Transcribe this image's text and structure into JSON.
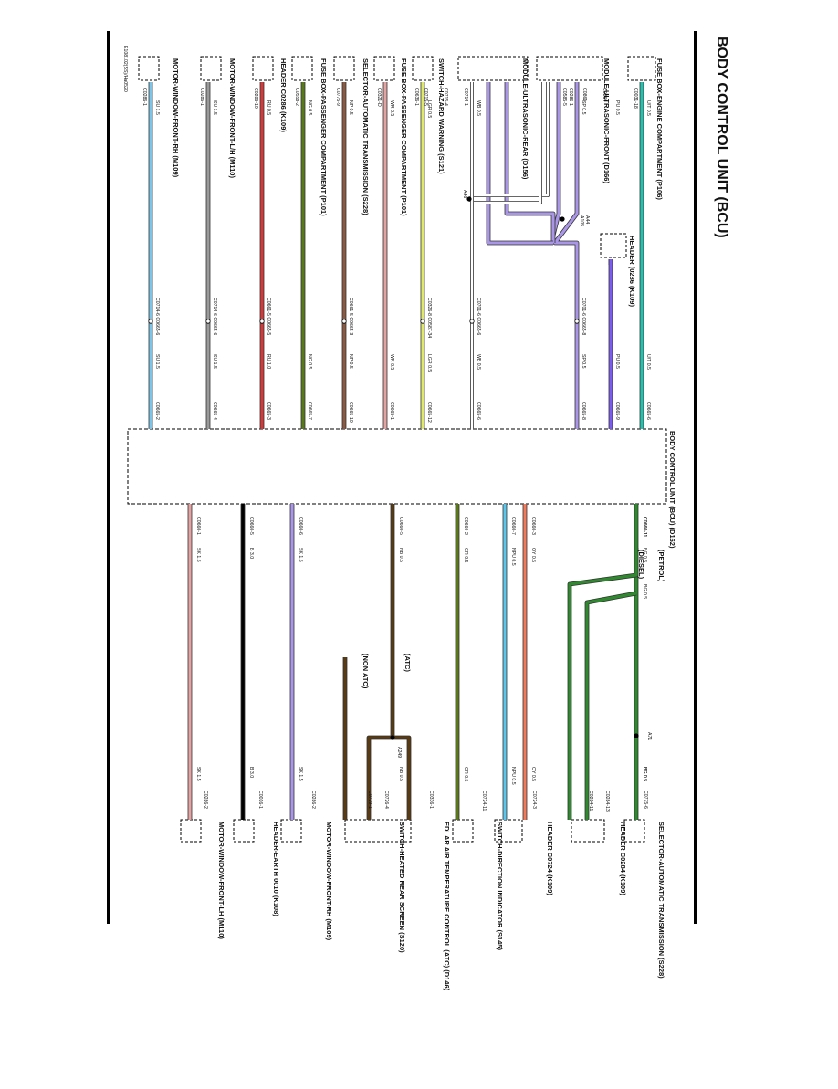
{
  "title": "BODY CONTROL UNIT (BCU)",
  "reference": "E108102(SS)/Ha0520",
  "bcu": {
    "label": "BODY CONTROL UNIT (BCU) (D162)"
  },
  "colors": {
    "turquoise": "#2bbfae",
    "violet": "#7a5cf0",
    "lilac": "#a996e6",
    "lightgreen": "#dfe86a",
    "pink": "#e2a3a3",
    "brown": "#8a5a44",
    "olive": "#5a7a1a",
    "red": "#d23b3b",
    "blue": "#7cc4e8",
    "grey": "#9a9a9a",
    "black": "#000000",
    "green": "#2f8a2f",
    "orange": "#f07a5a",
    "lightblue": "#5cc6ea",
    "darkbrown": "#5a3a10"
  },
  "left": {
    "components": [
      {
        "name": "FUSE BOX-ENGINE COMPARTMENT (P106)",
        "pins": [
          "C0031-18"
        ]
      },
      {
        "name": "MODULE-ULTRASONIC-FRONT (D166)",
        "pins": [
          "C0864",
          "C0861",
          "C0585-5"
        ]
      },
      {
        "name": "HEADER (0286 (K109)",
        "pins": [
          "C0286-1"
        ]
      },
      {
        "name": "MODULE-ULTRASONIC-REAR (D156)",
        "pins": [
          "C0714-1",
          "C0715-4",
          "C0715-5"
        ]
      },
      {
        "name": "SWITCH-HAZARD WARNING (S121)",
        "pins": [
          "C0636-1"
        ]
      },
      {
        "name": "FUSE BOX-PASSENGER COMPARTMENT (P101)",
        "pins": [
          "C0321-D"
        ]
      },
      {
        "name": "SELECTOR-AUTOMATIC TRANSMISSION (S228)",
        "pins": [
          "C0775-9"
        ]
      },
      {
        "name": "FUSE BOX-PASSENGER COMPARTMENT (P101)",
        "pins": [
          "C0558-2"
        ]
      },
      {
        "name": "HEADER C0286 (K109)",
        "pins": [
          "C0286-10"
        ]
      },
      {
        "name": "MOTOR-WINDOW-FRONT-L/H (M110)",
        "pins": [
          "C0286-1"
        ]
      },
      {
        "name": "MOTOR-WINDOW-FRONT-RH (M109)",
        "pins": [
          "C0286-1"
        ]
      }
    ],
    "wires": [
      {
        "name": "turquoise-wire",
        "near": "U/T 0.5",
        "far": "U/T 0.5",
        "pin": "C0665-6",
        "inline": ""
      },
      {
        "name": "violet-wire",
        "near": "PU 0.5",
        "far": "PU 0.5",
        "pin": "C0665-9",
        "inline": ""
      },
      {
        "name": "lilac-wire",
        "near": "SP 0.5",
        "far": "SP 0.5",
        "pin": "C0665-8",
        "inline": "C0701-6 C0665-8"
      },
      {
        "name": "black-white-wire",
        "near": "WB 0.5",
        "far": "WB 0.5",
        "pin": "C0665-6",
        "inline": "C0701-6 C0665-6"
      },
      {
        "name": "lightgreen-wire",
        "near": "LGR 0.5",
        "far": "LGR 0.5",
        "pin": "C0665-12",
        "inline": "C0326-8 C0587-34"
      },
      {
        "name": "pink-wire",
        "near": "WR 0.5",
        "far": "WR 0.5",
        "pin": "C0665-1",
        "inline": ""
      },
      {
        "name": "brown-wire",
        "near": "NP 0.5",
        "far": "NP 0.5",
        "pin": "C0665-10",
        "inline": "C0661-5 C0665-3"
      },
      {
        "name": "olive-wire",
        "near": "NG 0.5",
        "far": "NG 0.5",
        "pin": "C0665-7",
        "inline": ""
      },
      {
        "name": "red-wire",
        "near": "RU 0.5",
        "far": "RU 1.0",
        "pin": "C0665-3",
        "inline": "C0661-5 C0665-5"
      },
      {
        "name": "grey-wire",
        "near": "SU 1.5",
        "far": "SU 1.5",
        "pin": "C0665-4",
        "inline": "C0714-6 C0665-6"
      },
      {
        "name": "blue-wire",
        "near": "SU 1.5",
        "far": "SU 1.5",
        "pin": "C0665-2",
        "inline": "C0714-6 C0665-6"
      }
    ],
    "splices": [
      "A44",
      "A105",
      "A46"
    ]
  },
  "right": {
    "components": [
      {
        "name": "SELECTOR-AUTOMATIC TRANSMISSION (S228)",
        "pins": [
          "C0775-6"
        ]
      },
      {
        "name": "HEADER C0284 (K109)",
        "pins": [
          "C0284-13",
          "C0284-11"
        ]
      },
      {
        "name": "HEADER C0724 (K109)",
        "pins": [
          "C0724-3"
        ]
      },
      {
        "name": "SWITCH-DIRECTION INDICATOR (S145)",
        "pins": [
          "C0724-11"
        ]
      },
      {
        "name": "EDLAR AIR TEMPERATURE CONTROL (ATC) (D146)",
        "pins": [
          "C0336-1"
        ]
      },
      {
        "name": "SWITCH-HEATED REAR SCREEN (S120)",
        "pins": [
          "C0726-4",
          "C0729-1"
        ]
      },
      {
        "name": "MOTOR-WINDOW-FRONT-RH (M109)",
        "pins": [
          "C0286-2"
        ]
      },
      {
        "name": "HEADER-EARTH 0010 (K108)",
        "pins": [
          "C0016-1"
        ]
      },
      {
        "name": "MOTOR-WINDOW-FRONT-LH (M110)",
        "pins": [
          "C0286-2"
        ]
      }
    ],
    "wires": [
      {
        "name": "green-wire-petrol",
        "near": "BG 0.5",
        "far": "BG 0.5",
        "pin": "C0660-11"
      },
      {
        "name": "green-wire-diesel",
        "near": "BG 0.5",
        "far": "BG 0.5",
        "pin": "C0660-11"
      },
      {
        "name": "orange-wire",
        "near": "OY 0.5",
        "far": "OY 0.5",
        "pin": "C0660-3"
      },
      {
        "name": "lightblue-wire",
        "near": "NPU 0.5",
        "far": "NPU 0.5",
        "pin": "C0660-7"
      },
      {
        "name": "olive-wire-right",
        "near": "GR 0.5",
        "far": "GR 0.5",
        "pin": "C0660-2"
      },
      {
        "name": "darkbrown-wire",
        "near": "NB 0.5",
        "far": "NB 0.5",
        "pin": "C0660-5"
      },
      {
        "name": "lilac-wire-right",
        "near": "SK 1.5",
        "far": "SK 1.5",
        "pin": "C0660-6"
      },
      {
        "name": "black-wire-right",
        "near": "B 3.0",
        "far": "B 3.0",
        "pin": "C0660-5"
      },
      {
        "name": "pink-wire-right",
        "near": "SK 1.5",
        "far": "SK 1.5",
        "pin": "C0660-1"
      }
    ],
    "variants": [
      "(PETROL)",
      "(DIESEL)",
      "(ATC)",
      "(NON ATC)"
    ],
    "splices": [
      "A71",
      "A249"
    ]
  }
}
